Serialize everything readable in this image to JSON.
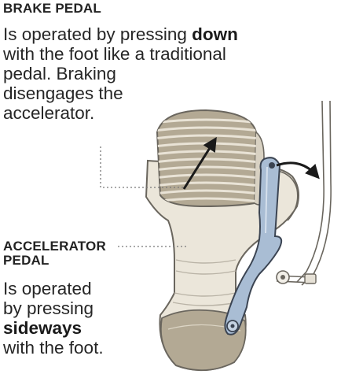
{
  "palette": {
    "pedal_body_fill": "#ebe6da",
    "pedal_outline": "#6a665e",
    "brake_pad_fill": "#b3a994",
    "brake_pad_ridges": "#e9e3d6",
    "accelerator_fill": "#a9bdd4",
    "accelerator_outline": "#3b4452",
    "arrow": "#1a1a1a",
    "leader_line": "#777777",
    "text": "#262626"
  },
  "brake": {
    "heading": "BRAKE PEDAL",
    "line1_before": "Is operated by pressing ",
    "line1_bold": "down",
    "line2": "with the foot like a traditional",
    "line3": "pedal. Braking",
    "line4": "disengages the",
    "line5": "accelerator."
  },
  "accelerator": {
    "heading_line1": "ACCELERATOR",
    "heading_line2": "PEDAL",
    "line1": "Is operated",
    "line2": "by pressing",
    "line3_bold": "sideways",
    "line4": "with the foot."
  },
  "icons": {
    "brake_arrow": "arrow-up-right-icon",
    "accelerator_arrow": "curved-arrow-right-icon"
  }
}
